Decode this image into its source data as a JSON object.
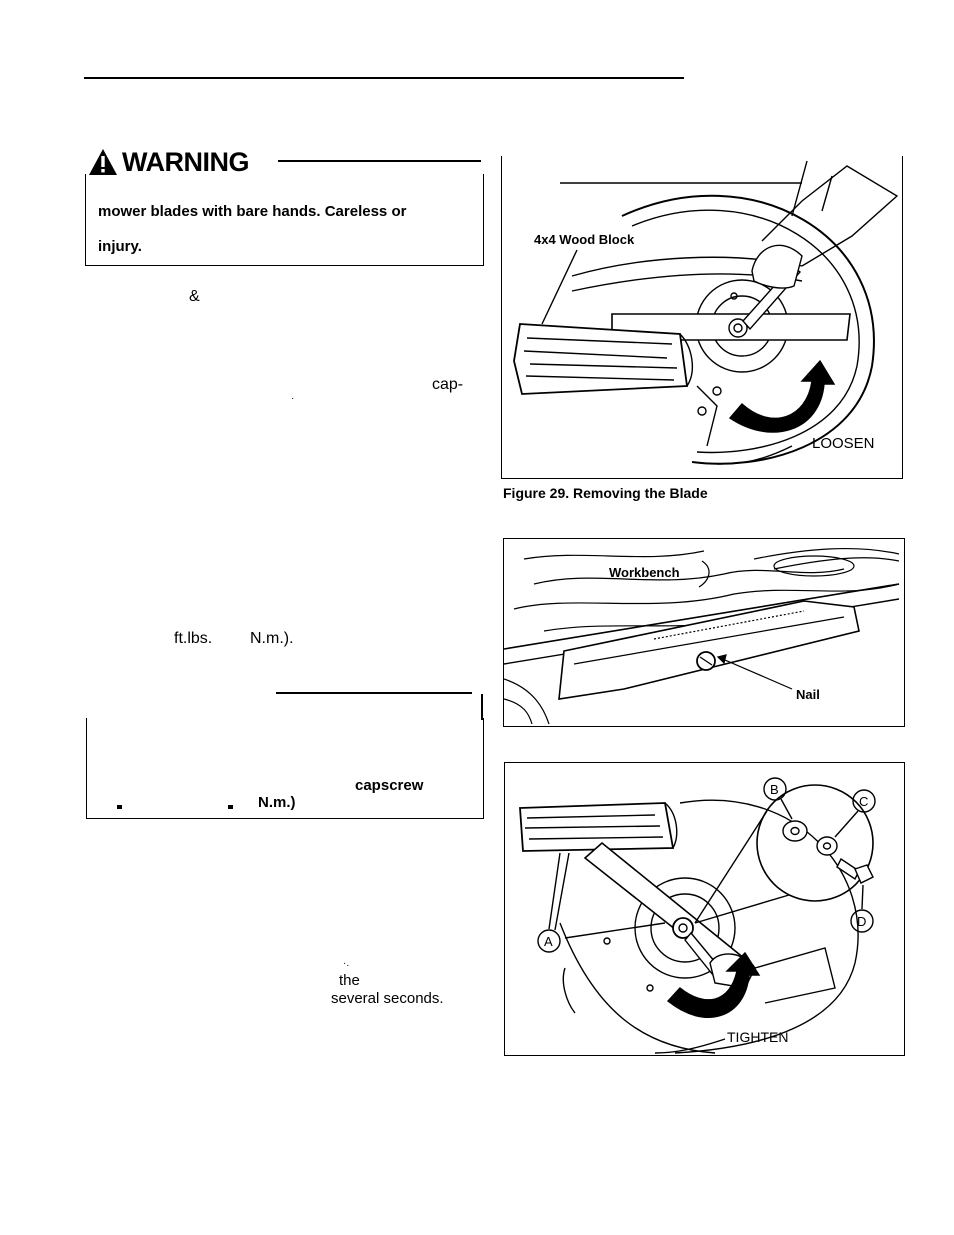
{
  "warning": {
    "title": "WARNING",
    "line1": "mower blades with bare hands. Careless or",
    "line2": "injury."
  },
  "fragments": {
    "ampersand": "&",
    "cap": "cap-",
    "dot": "·",
    "ftlbs": "ft.lbs.",
    "nm": "N.m.).",
    "the": "the",
    "tick": "·.",
    "several_seconds": "several seconds."
  },
  "note": {
    "capscrew": "capscrew",
    "nm": "N.m.)"
  },
  "figure29": {
    "label_wood_block": "4x4 Wood Block",
    "label_loosen": "LOOSEN",
    "caption": "Figure 29. Removing the Blade"
  },
  "figure30": {
    "label_workbench": "Workbench",
    "label_nail": "Nail"
  },
  "figure31": {
    "callout_a": "A",
    "callout_b": "B",
    "callout_c": "C",
    "callout_d": "D",
    "label_tighten": "TIGHTEN"
  },
  "colors": {
    "ink": "#000000",
    "paper": "#ffffff"
  }
}
